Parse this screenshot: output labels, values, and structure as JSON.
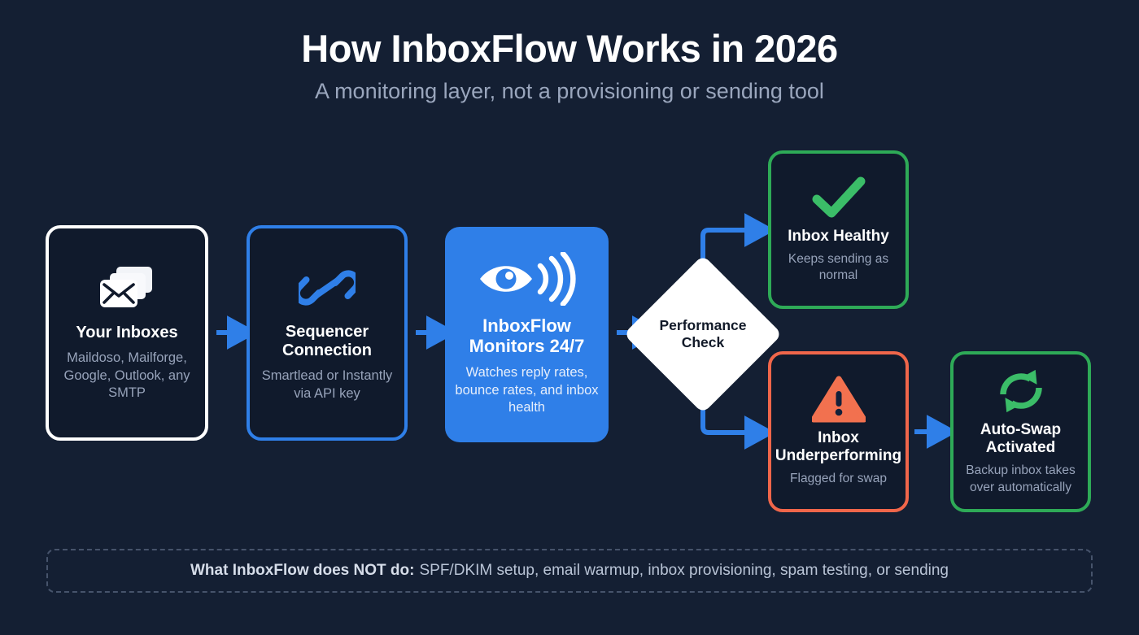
{
  "header": {
    "title": "How InboxFlow Works in 2026",
    "subtitle": "A monitoring layer, not a provisioning or sending tool"
  },
  "nodes": {
    "inboxes": {
      "title": "Your Inboxes",
      "desc": "Maildoso, Mailforge, Google, Outlook, any SMTP",
      "icon": "stacked-envelopes-icon",
      "border_color": "#ffffff"
    },
    "sequencer": {
      "title": "Sequencer\nConnection",
      "desc": "Smartlead or Instantly via API key",
      "icon": "chain-link-icon",
      "border_color": "#2f7fe8"
    },
    "monitor": {
      "title": "InboxFlow\nMonitors 24/7",
      "desc": "Watches reply rates, bounce rates, and inbox health",
      "icon": "eye-signal-icon",
      "fill_color": "#2f7fe8"
    },
    "decision": {
      "label": "Performance\nCheck",
      "fill_color": "#ffffff",
      "text_color": "#121a29"
    },
    "healthy": {
      "title": "Inbox Healthy",
      "desc": "Keeps sending as normal",
      "icon": "checkmark-icon",
      "border_color": "#2eaa57"
    },
    "underperforming": {
      "title": "Inbox\nUnderperforming",
      "desc": "Flagged for swap",
      "icon": "warning-triangle-icon",
      "border_color": "#f0664a"
    },
    "autoswap": {
      "title": "Auto-Swap\nActivated",
      "desc": "Backup inbox takes over automatically",
      "icon": "refresh-sync-icon",
      "border_color": "#2eaa57"
    }
  },
  "footer": {
    "strong": "What InboxFlow does NOT do:",
    "text": "SPF/DKIM setup, email warmup, inbox provisioning, spam testing, or sending"
  },
  "theme": {
    "background": "#141f33",
    "card_fill": "#101a2c",
    "accent_blue": "#2f7fe8",
    "accent_green": "#2eaa57",
    "accent_red": "#f0664a",
    "muted_text": "#97a3ba"
  }
}
